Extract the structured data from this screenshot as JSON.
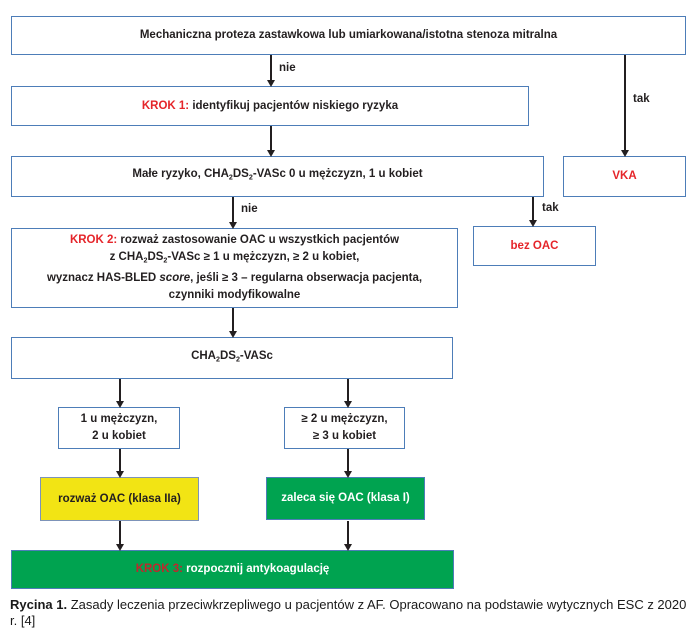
{
  "colors": {
    "box_border_blue": "#4d7db8",
    "accent_red": "#e5252a",
    "krok3_red": "#bf272d",
    "yellow_fill": "#f2e414",
    "green_fill": "#00a350",
    "text_black": "#231f20"
  },
  "boxes": {
    "top": {
      "text": "Mechaniczna proteza zastawkowa lub umiarkowana/istotna stenoza mitralna"
    },
    "krok1": {
      "segments": [
        {
          "t": "KROK 1:",
          "c": "red"
        },
        {
          "t": " identyfikuj pacjentów niskiego ryzyka"
        }
      ]
    },
    "male": {
      "segments": [
        {
          "t": "Małe ryzyko, CHA"
        },
        {
          "t": "2",
          "c": "sub"
        },
        {
          "t": "DS"
        },
        {
          "t": "2",
          "c": "sub"
        },
        {
          "t": "-VASc 0 u mężczyzn, 1 u kobiet"
        }
      ]
    },
    "vka": {
      "text": "VKA"
    },
    "krok2": {
      "lines": [
        [
          {
            "t": "KROK 2:",
            "c": "red"
          },
          {
            "t": " rozważ zastosowanie OAC u wszystkich pacjentów"
          }
        ],
        [
          {
            "t": "z CHA"
          },
          {
            "t": "2",
            "c": "sub"
          },
          {
            "t": "DS"
          },
          {
            "t": "2",
            "c": "sub"
          },
          {
            "t": "-VASc ≥ 1 u mężczyzn, ≥ 2 u kobiet,"
          }
        ],
        [
          {
            "t": "wyznacz HAS-BLED "
          },
          {
            "t": "score",
            "c": "it"
          },
          {
            "t": ", jeśli ≥ 3 – regularna obserwacja pacjenta,"
          }
        ],
        [
          {
            "t": "czynniki modyfikowalne"
          }
        ]
      ]
    },
    "bez_oac": {
      "text": "bez OAC"
    },
    "cha": {
      "segments": [
        {
          "t": "CHA"
        },
        {
          "t": "2",
          "c": "sub"
        },
        {
          "t": "DS"
        },
        {
          "t": "2",
          "c": "sub"
        },
        {
          "t": "-VASc"
        }
      ]
    },
    "left_score": {
      "lines": [
        "1 u mężczyzn,",
        "2 u kobiet"
      ]
    },
    "right_score": {
      "lines": [
        "≥ 2 u mężczyzn,",
        "≥ 3 u kobiet"
      ]
    },
    "yellow": {
      "text": "rozważ OAC (klasa IIa)"
    },
    "green": {
      "text": "zaleca się OAC (klasa I)"
    },
    "krok3": {
      "segments": [
        {
          "t": "KROK 3:",
          "c": "darkred"
        },
        {
          "t": " rozpocznij antykoagulację"
        }
      ]
    }
  },
  "labels": {
    "nie_top": "nie",
    "tak_right": "tak",
    "nie_mid": "nie",
    "tak_mid": "tak"
  },
  "caption": {
    "segments": [
      {
        "t": "Rycina 1.",
        "c": "b"
      },
      {
        "t": " Zasady leczenia przeciwkrzepliwego u pacjentów z AF. Opracowano na podstawie wytycznych ESC z 2020 r. [4]"
      }
    ]
  }
}
